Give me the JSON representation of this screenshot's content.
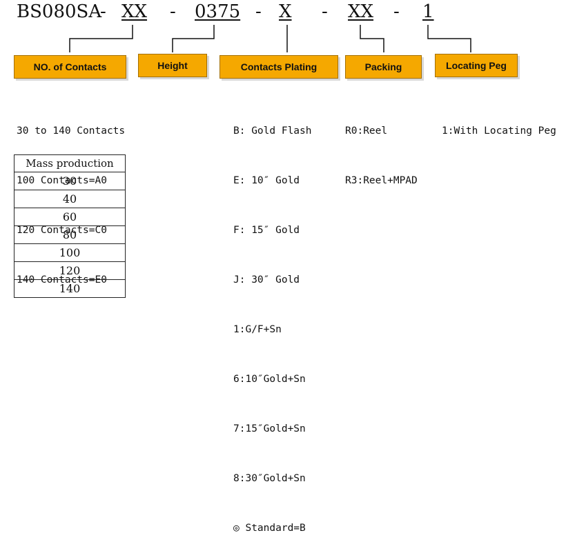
{
  "part_number": {
    "base": "BS080SA",
    "sep": "-",
    "seg_contacts": "XX",
    "seg_height": "0375",
    "seg_plating": "X",
    "seg_packing": "XX",
    "seg_peg": "1"
  },
  "headers": {
    "contacts": "NO. of Contacts",
    "height": "Height",
    "plating": "Contacts Plating",
    "packing": "Packing",
    "peg": "Locating Peg"
  },
  "contacts": {
    "lines": [
      "30 to 140 Contacts",
      "100 Contacts=A0",
      "120 Contacts=C0",
      "140 Contacts=E0"
    ],
    "mass_header": "Mass production",
    "mass_values": [
      "30",
      "40",
      "60",
      "80",
      "100",
      "120",
      "140"
    ]
  },
  "plating": {
    "lines": [
      "B: Gold Flash",
      "E: 10″ Gold",
      "F: 15″ Gold",
      "J: 30″ Gold",
      "1:G/F+Sn",
      "6:10″Gold+Sn",
      "7:15″Gold+Sn",
      "8:30″Gold+Sn",
      "◎ Standard=B"
    ]
  },
  "packing": {
    "lines": [
      "R0:Reel",
      "R3:Reel+MPAD"
    ]
  },
  "peg": {
    "lines": [
      "1:With Locating Peg"
    ]
  }
}
